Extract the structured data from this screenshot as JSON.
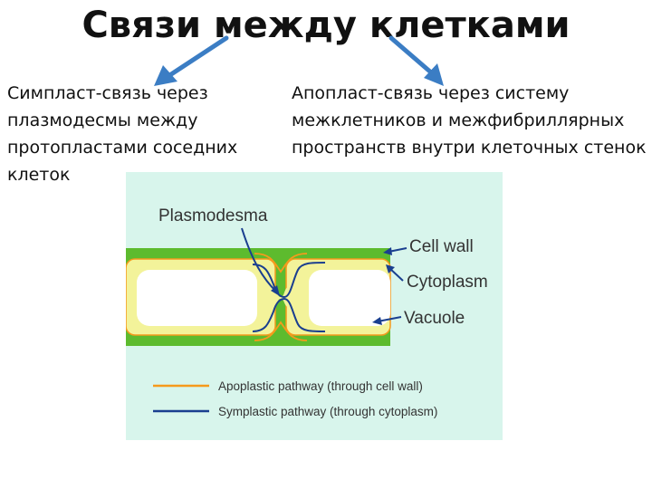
{
  "title": "Связи между клетками",
  "left_text": {
    "lines": [
      "Симпласт-связь через",
      "плазмодесмы между",
      "протопластами соседних",
      "клеток"
    ]
  },
  "right_text": {
    "lines": [
      "Апопласт-связь через систему",
      "межклетников и  межфибриллярных",
      "пространств внутри клеточных стенок"
    ]
  },
  "diagram": {
    "labels": {
      "plasmodesma": "Plasmodesma",
      "cell_wall": "Cell wall",
      "cytoplasm": "Cytoplasm",
      "vacuole": "Vacuole"
    },
    "legend": [
      {
        "label": "Apoplastic pathway (through cell wall)",
        "color": "#f59a1c"
      },
      {
        "label": "Symplastic pathway (through cytoplasm)",
        "color": "#1a3f8f"
      }
    ],
    "colors": {
      "background": "#d8f5ec",
      "cell_wall": "#5dbb2e",
      "cytoplasm": "#f3f39a",
      "vacuole": "#ffffff",
      "pointer": "#1a3f8f",
      "title_arrow": "#3b7dc4"
    }
  }
}
